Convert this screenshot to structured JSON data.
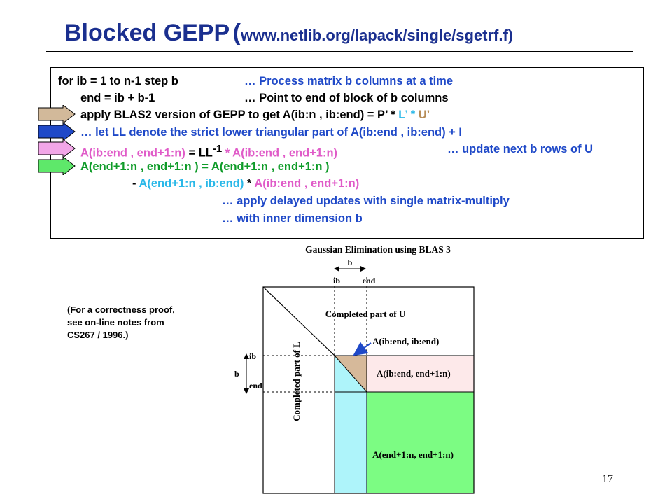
{
  "title": {
    "main": "Blocked GEPP",
    "paren_open": "(",
    "url": "www.netlib.org/lapack/single/sgetrf.f",
    "paren_close": ")"
  },
  "code": {
    "line1": {
      "a": "for   ib = 1 to n-1 step b",
      "b": "… Process matrix b columns at a time"
    },
    "line2": {
      "a": "end = ib + b-1",
      "b": "… Point to end of block of b columns"
    },
    "line3": {
      "a": "apply BLAS2 version of GEPP to  get A(ib:n , ib:end) = P’ * ",
      "b": "L’",
      "c": " * ",
      "d": "U’"
    },
    "line4": {
      "a": "… let LL denote the strict lower triangular part of A(ib:end , ib:end) + I"
    },
    "line5": {
      "a": "A(ib:end , end+1:n) ",
      "b": "= LL",
      "sup": "-1",
      "c": " * A(ib:end , end+1:n)",
      "d": "… update next b rows of U"
    },
    "line6": {
      "a": "A(end+1:n , end+1:n ) = A(end+1:n , end+1:n )"
    },
    "line7": {
      "a": "- ",
      "b": "A(end+1:n , ib:end)",
      "c": " * ",
      "d": "A(ib:end , end+1:n)"
    },
    "line8": {
      "a": "… apply delayed updates with single matrix-multiply"
    },
    "line9": {
      "a": "… with inner dimension b"
    }
  },
  "diagram": {
    "title": "Gaussian Elimination using BLAS 3",
    "b_label": "b",
    "ib_label": "ib",
    "end_label": "end",
    "completed_u": "Completed part of U",
    "completed_l": "Completed part of L",
    "block_diag": "A(ib:end, ib:end)",
    "block_row": "A(ib:end, end+1:n)",
    "trailing": "A(end+1:n, end+1:n)",
    "left_ib": "ib",
    "left_b": "b",
    "left_end": "end"
  },
  "note": {
    "line1": "(For a correctness proof,",
    "line2": "see on-line notes from",
    "line3": "CS267 / 1996.)"
  },
  "page_number": "17",
  "colors": {
    "title": "#1a2f8f",
    "blue": "#1f49c8",
    "pink": "#e05bc8",
    "green": "#0e9b28",
    "cyan": "#2ab8e8",
    "tan_arrow": "#d2b99a",
    "blue_arrow": "#1f49c8",
    "pink_arrow": "#f2a6e8",
    "green_arrow": "#5ee86a",
    "block_tan": "#d6b99a",
    "block_cyan": "#aef4fa",
    "block_pink": "#fde9ea",
    "block_green": "#7cfc83"
  }
}
